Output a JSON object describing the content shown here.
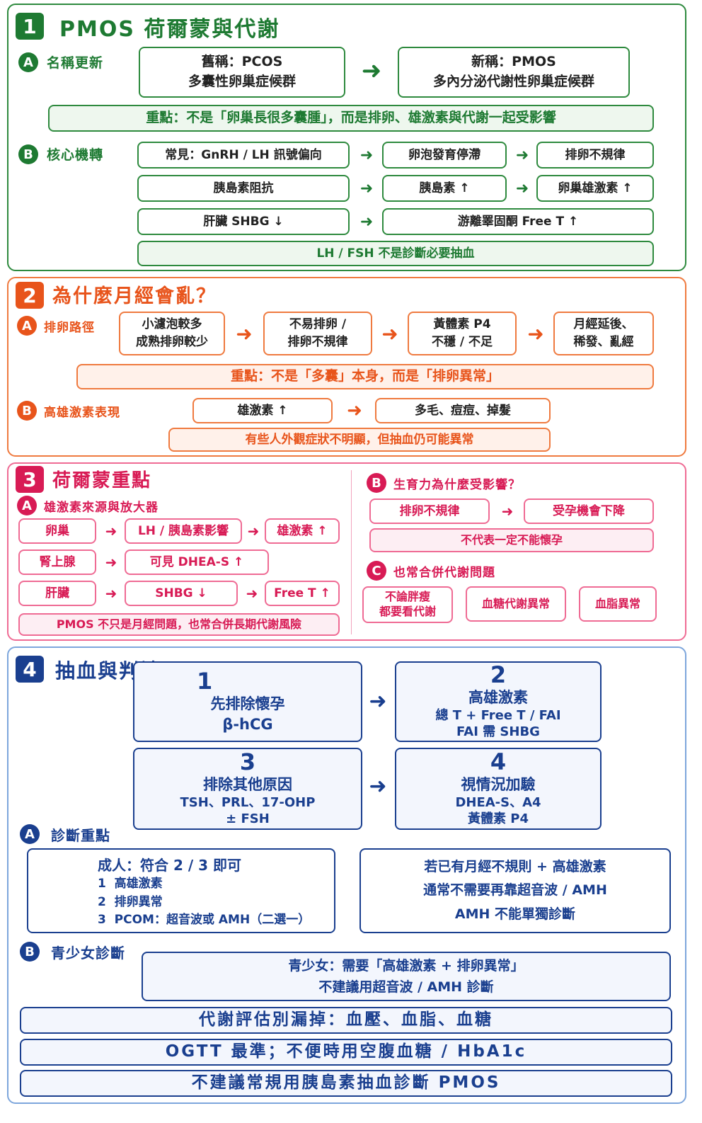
{
  "s1": {
    "num": "1",
    "title": "PMOS 荷爾蒙與代謝",
    "a_letter": "A",
    "a_label": "名稱更新",
    "old_name": "舊稱：PCOS\n多囊性卵巢症候群",
    "new_name": "新稱：PMOS\n多內分泌代謝性卵巢症候群",
    "key_point": "重點：不是「卵巢長很多囊腫」，而是排卵、雄激素與代謝一起受影響",
    "b_letter": "B",
    "b_label": "核心機轉",
    "row1": [
      "常見：GnRH / LH 訊號偏向",
      "卵泡發育停滯",
      "排卵不規律"
    ],
    "row2": [
      "胰島素阻抗",
      "胰島素 ↑",
      "卵巢雄激素 ↑"
    ],
    "row3": [
      "肝臟 SHBG ↓",
      "游離睪固酮 Free T ↑"
    ],
    "note": "LH / FSH 不是診斷必要抽血"
  },
  "s2": {
    "num": "2",
    "title": "為什麼月經會亂？",
    "a_letter": "A",
    "a_label": "排卵路徑",
    "flow": [
      "小濾泡較多\n成熟排卵較少",
      "不易排卵 /\n排卵不規律",
      "黃體素 P4\n不穩 / 不足",
      "月經延後、\n稀發、亂經"
    ],
    "key_point": "重點：不是「多囊」本身，而是「排卵異常」",
    "b_letter": "B",
    "b_label": "高雄激素表現",
    "andro": "雄激素 ↑",
    "symptoms": "多毛、痘痘、掉髮",
    "note": "有些人外觀症狀不明顯，但抽血仍可能異常"
  },
  "s3": {
    "num": "3",
    "title": "荷爾蒙重點",
    "a_letter": "A",
    "a_label": "雄激素來源與放大器",
    "r1": [
      "卵巢",
      "LH / 胰島素影響",
      "雄激素 ↑"
    ],
    "r2": [
      "腎上腺",
      "可見 DHEA-S ↑"
    ],
    "r3": [
      "肝臟",
      "SHBG ↓",
      "Free T ↑"
    ],
    "note": "PMOS 不只是月經問題，也常合併長期代謝風險",
    "b_letter": "B",
    "b_label": "生育力為什麼受影響？",
    "fert": [
      "排卵不規律",
      "受孕機會下降"
    ],
    "fert_note": "不代表一定不能懷孕",
    "c_letter": "C",
    "c_label": "也常合併代謝問題",
    "meta": [
      "不論胖瘦\n都要看代謝",
      "血糖代謝異常",
      "血脂異常"
    ]
  },
  "s4": {
    "num": "4",
    "title": "抽血與判讀",
    "steps": [
      {
        "n": "1",
        "title": "先排除懷孕",
        "detail": "β-hCG"
      },
      {
        "n": "2",
        "title": "高雄激素",
        "detail": "總 T + Free T / FAI\nFAI 需 SHBG"
      },
      {
        "n": "3",
        "title": "排除其他原因",
        "detail": "TSH、PRL、17-OHP\n± FSH"
      },
      {
        "n": "4",
        "title": "視情況加驗",
        "detail": "DHEA-S、A4\n黃體素 P4"
      }
    ],
    "a_letter": "A",
    "a_label": "診斷重點",
    "adult": {
      "head": "成人：符合 2 / 3 即可",
      "items": [
        "1  高雄激素",
        "2  排卵異常",
        "3  PCOM：超音波或 AMH（二選一）"
      ]
    },
    "adult_note": "若已有月經不規則 + 高雄激素\n通常不需要再靠超音波 / AMH\nAMH 不能單獨診斷",
    "b_letter": "B",
    "b_label": "青少女診斷",
    "teen": "青少女：需要「高雄激素 + 排卵異常」\n不建議用超音波 / AMH 診斷",
    "bottom": [
      "代謝評估別漏掉：血壓、血脂、血糖",
      "OGTT 最準；不便時用空腹血糖 / HbA1c",
      "不建議常規用胰島素抽血診斷 PMOS"
    ]
  },
  "colors": {
    "green": "#1e7a32",
    "orange": "#e8541b",
    "pink": "#d81b55",
    "blue": "#1a3f8f"
  }
}
